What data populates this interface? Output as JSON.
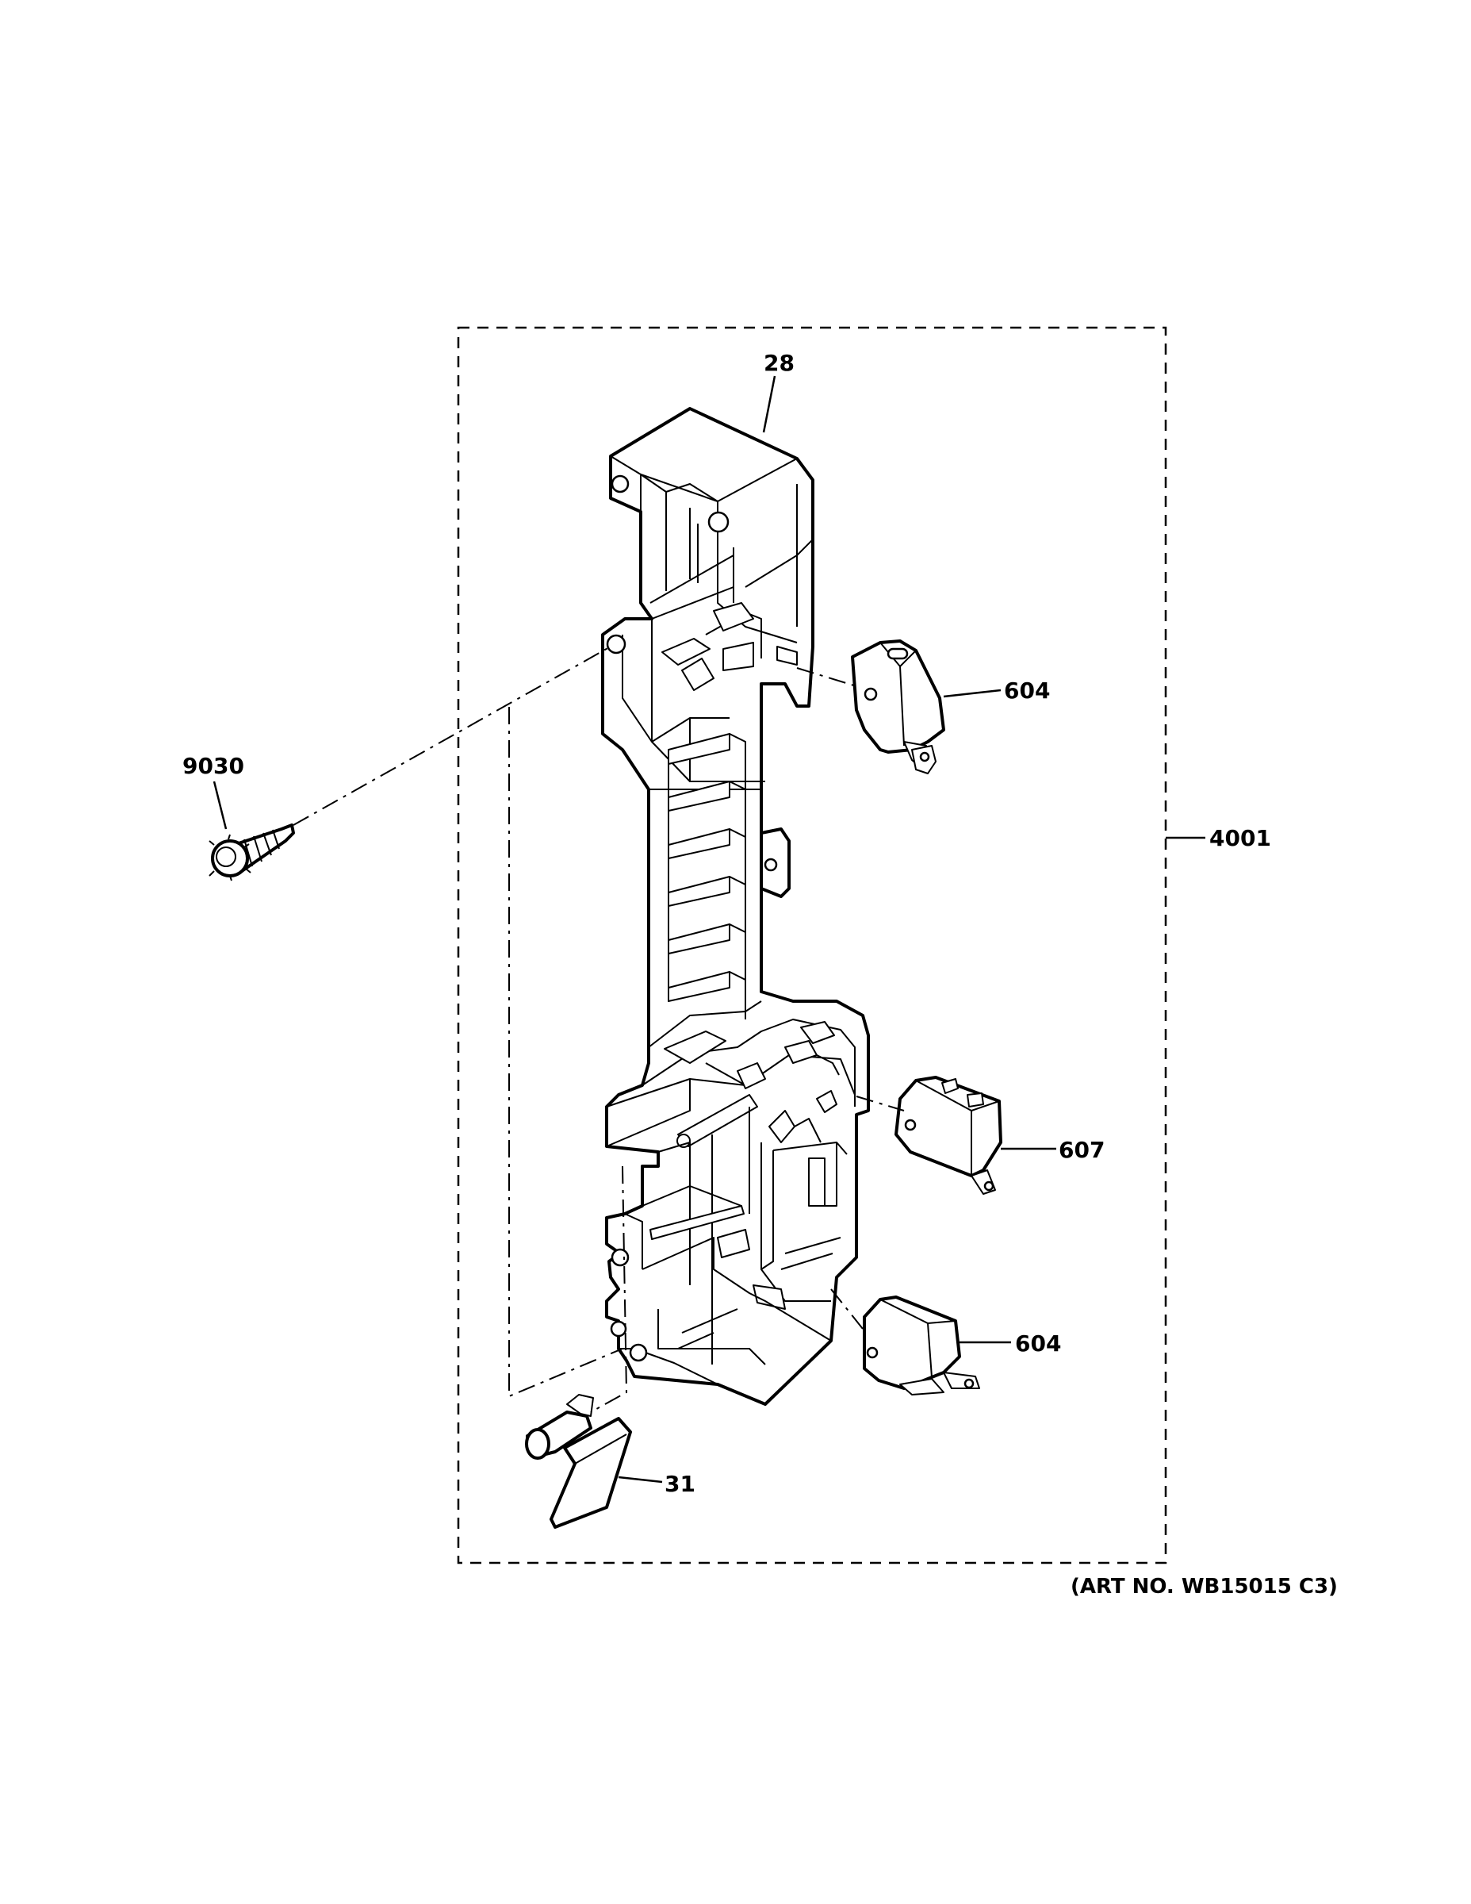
{
  "diagram": {
    "callouts": {
      "latch_holder": "28",
      "switch_top": "604",
      "screw": "9030",
      "assembly": "4001",
      "switch_middle": "607",
      "switch_bottom": "604",
      "lever": "31"
    },
    "art_number": "(ART NO. WB15015 C3)"
  }
}
